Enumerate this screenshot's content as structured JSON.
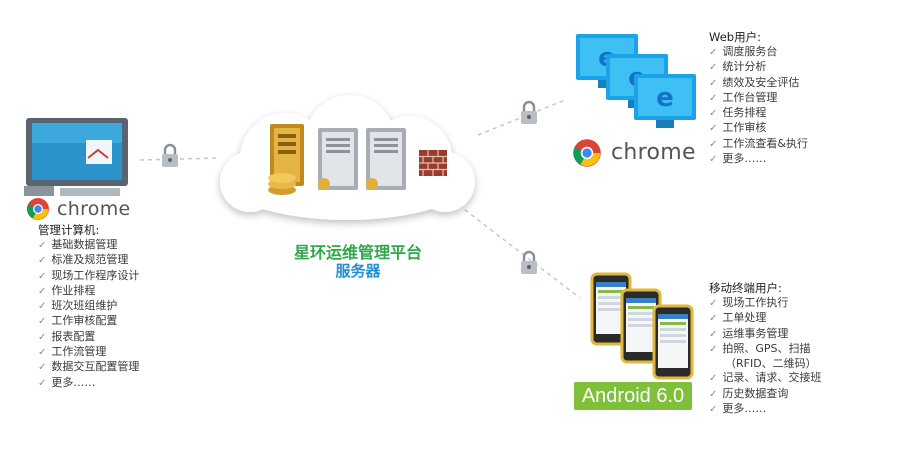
{
  "center": {
    "title": "星环运维管理平台",
    "subtitle": "服务器"
  },
  "left_panel": {
    "chrome_label": "chrome",
    "title": "管理计算机:",
    "items": [
      "基础数据管理",
      "标准及规范管理",
      "现场工作程序设计",
      "作业排程",
      "班次班组维护",
      "工作审核配置",
      "报表配置",
      "工作流管理",
      "数据交互配置管理",
      "更多……"
    ]
  },
  "web_panel": {
    "chrome_label": "chrome",
    "title": "Web用户:",
    "items": [
      "调度服务台",
      "统计分析",
      "绩效及安全评估",
      "工作台管理",
      "任务排程",
      "工作审核",
      "工作流查看&执行",
      "更多……"
    ]
  },
  "mobile_panel": {
    "badge": "Android 6.0",
    "title": "移动终端用户:",
    "items": [
      "现场工作执行",
      "工单处理",
      "运维事务管理",
      "拍照、GPS、扫描",
      "（RFID、二维码）",
      "记录、请求、交接班",
      "历史数据查询",
      "更多……"
    ]
  },
  "colors": {
    "green_title": "#2fa84a",
    "blue_title": "#1f8fd6",
    "android_green": "#7fbf3a",
    "monitor_blue": "#1aa3e8"
  },
  "icons": [
    "chrome-icon",
    "lock-icon",
    "server-icon",
    "firewall-icon",
    "monitor-icon",
    "phone-icon",
    "ie-icon",
    "cloud"
  ]
}
